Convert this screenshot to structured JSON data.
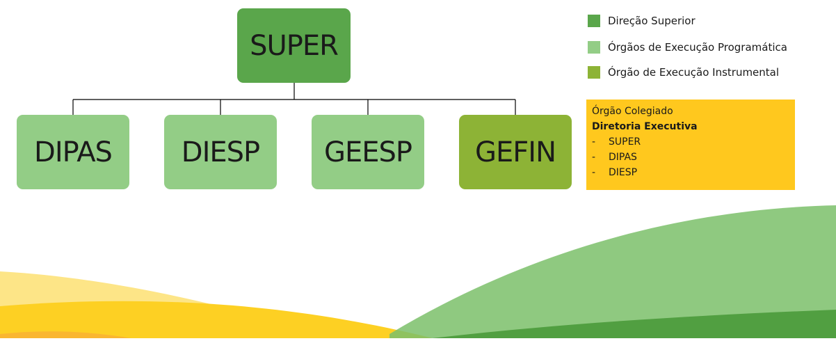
{
  "colors": {
    "direcao_superior": "#5aa64b",
    "execucao_programatica": "#93cd86",
    "execucao_instrumental": "#8db336",
    "colegiado_box": "#ffc81e",
    "connector": "#000000",
    "wave_yellow_light": "#fde27a",
    "wave_yellow": "#fdd023",
    "wave_orange": "#f9b233",
    "wave_green_light": "#7bbf6a",
    "wave_green": "#4a9a3a",
    "wave_green_dark": "#3b8a2b"
  },
  "org": {
    "root": {
      "label": "SUPER",
      "category": "direcao_superior"
    },
    "children": [
      {
        "label": "DIPAS",
        "category": "execucao_programatica"
      },
      {
        "label": "DIESP",
        "category": "execucao_programatica"
      },
      {
        "label": "GEESP",
        "category": "execucao_programatica"
      },
      {
        "label": "GEFIN",
        "category": "execucao_instrumental"
      }
    ]
  },
  "legend": [
    {
      "label": "Direção Superior",
      "category": "direcao_superior"
    },
    {
      "label": "Órgãos de Execução Programática",
      "category": "execucao_programatica"
    },
    {
      "label": "Órgão de Execução Instrumental",
      "category": "execucao_instrumental"
    }
  ],
  "council": {
    "title": "Órgão Colegiado",
    "subtitle": "Diretoria Executiva",
    "members": [
      {
        "dash": "-",
        "name": "SUPER"
      },
      {
        "dash": "-",
        "name": "DIPAS"
      },
      {
        "dash": "-",
        "name": "DIESP"
      }
    ]
  }
}
